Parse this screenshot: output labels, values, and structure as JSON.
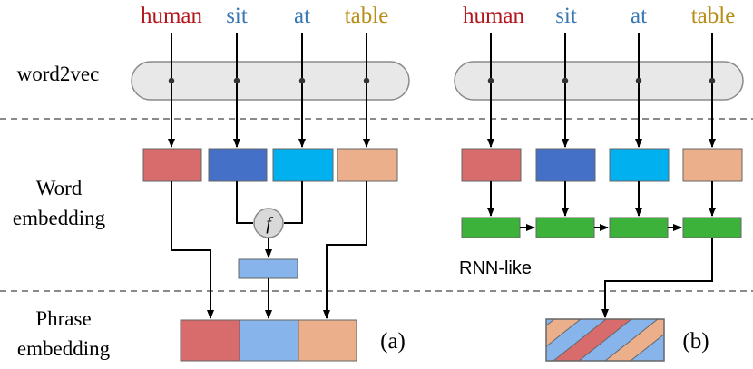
{
  "colors": {
    "word_human": "#b5161c",
    "word_sit": "#3a78b5",
    "word_at": "#3a78b5",
    "word_table": "#b78d17",
    "red_box": "#d86b6b",
    "blue_box": "#4470c8",
    "cyan_box": "#00b0ef",
    "peach_box": "#ebb08b",
    "light_blue_box": "#86b4eb",
    "green_box": "#3db23b"
  },
  "panel_a": {
    "words": [
      "human",
      "sit",
      "at",
      "table"
    ],
    "function_label": "f",
    "caption": "(a)"
  },
  "panel_b": {
    "words": [
      "human",
      "sit",
      "at",
      "table"
    ],
    "rnn_label": "RNN-like",
    "caption": "(b)"
  },
  "row_labels": {
    "word2vec": "word2vec",
    "word_embedding_line1": "Word",
    "word_embedding_line2": "embedding",
    "phrase_embedding_line1": "Phrase",
    "phrase_embedding_line2": "embedding"
  }
}
